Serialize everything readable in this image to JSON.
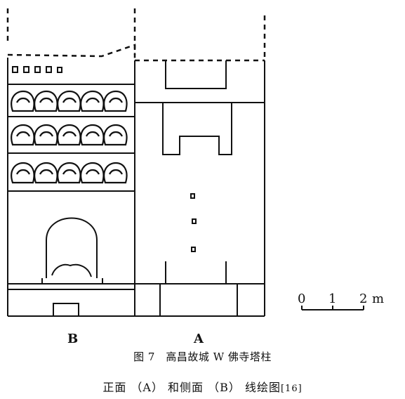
{
  "figure": {
    "label_b": "B",
    "label_a": "A",
    "scale": {
      "tick0": "0",
      "tick1": "1",
      "tick2": "2",
      "unit": "m"
    }
  },
  "caption": {
    "line1": "图 7　高昌故城 W 佛寺塔柱",
    "line2": "正面 （A） 和侧面 （B） 线绘图",
    "ref": "[16]"
  }
}
